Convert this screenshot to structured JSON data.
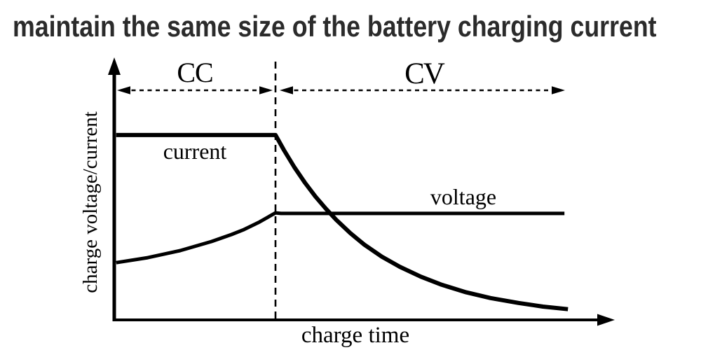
{
  "title": "maintain the same size of the battery charging current",
  "diagram": {
    "cc_label": "CC",
    "cv_label": "CV",
    "current_label": "current",
    "voltage_label": "voltage",
    "x_axis_label": "charge time",
    "y_axis_label": "charge voltage/current"
  },
  "colors": {
    "ink": "#000000",
    "title_text": "#2b2b2b",
    "background": "#ffffff"
  },
  "chart_data": {
    "type": "line",
    "title": "maintain the same size of the battery charging current",
    "xlabel": "charge time",
    "ylabel": "charge voltage/current",
    "x_range_normalized": [
      0,
      1
    ],
    "y_range_normalized": [
      0,
      1
    ],
    "grid": false,
    "legend_position": "inline-labels",
    "transition_t": 0.323,
    "annotations": [
      {
        "label": "CC",
        "t_range": [
          0.0,
          0.323
        ]
      },
      {
        "label": "CV",
        "t_range": [
          0.323,
          0.902
        ]
      }
    ],
    "series": [
      {
        "name": "current",
        "points": [
          [
            0.004,
            0.71
          ],
          [
            0.323,
            0.71
          ],
          [
            0.34,
            0.652
          ],
          [
            0.361,
            0.586
          ],
          [
            0.382,
            0.527
          ],
          [
            0.403,
            0.474
          ],
          [
            0.424,
            0.427
          ],
          [
            0.445,
            0.384
          ],
          [
            0.473,
            0.333
          ],
          [
            0.501,
            0.289
          ],
          [
            0.536,
            0.243
          ],
          [
            0.572,
            0.204
          ],
          [
            0.614,
            0.166
          ],
          [
            0.656,
            0.135
          ],
          [
            0.705,
            0.106
          ],
          [
            0.754,
            0.084
          ],
          [
            0.81,
            0.065
          ],
          [
            0.859,
            0.051
          ],
          [
            0.909,
            0.041
          ]
        ]
      },
      {
        "name": "voltage",
        "points": [
          [
            0.004,
            0.22
          ],
          [
            0.067,
            0.239
          ],
          [
            0.132,
            0.266
          ],
          [
            0.195,
            0.301
          ],
          [
            0.235,
            0.328
          ],
          [
            0.26,
            0.347
          ],
          [
            0.291,
            0.376
          ],
          [
            0.312,
            0.399
          ],
          [
            0.323,
            0.411
          ],
          [
            0.334,
            0.409
          ],
          [
            0.902,
            0.409
          ]
        ]
      }
    ]
  }
}
